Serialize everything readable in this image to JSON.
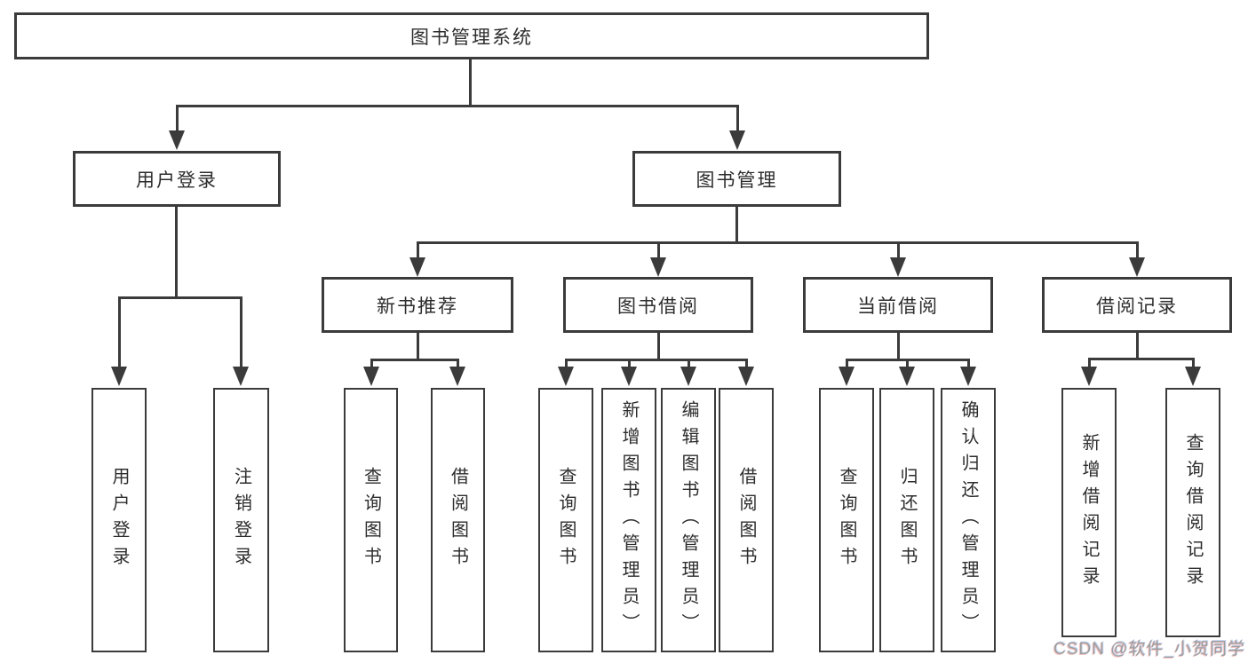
{
  "diagram": {
    "root": {
      "label": "图书管理系统"
    },
    "level2": {
      "user_login": {
        "label": "用户登录"
      },
      "book_mgmt": {
        "label": "图书管理"
      }
    },
    "level3": {
      "new_book_rec": {
        "label": "新书推荐"
      },
      "book_borrow": {
        "label": "图书借阅"
      },
      "current_borrow": {
        "label": "当前借阅"
      },
      "borrow_records": {
        "label": "借阅记录"
      }
    },
    "leaves": {
      "ul_login": {
        "label": "用户登录"
      },
      "ul_logout": {
        "label": "注销登录"
      },
      "rec_query": {
        "label": "查询图书"
      },
      "rec_borrow": {
        "label": "借阅图书"
      },
      "bb_query": {
        "label": "查询图书"
      },
      "bb_add": {
        "label": "新增图书（管理员）"
      },
      "bb_edit": {
        "label": "编辑图书（管理员）"
      },
      "bb_borrow": {
        "label": "借阅图书"
      },
      "cb_query": {
        "label": "查询图书"
      },
      "cb_return": {
        "label": "归还图书"
      },
      "cb_confirm": {
        "label": "确认归还（管理员）"
      },
      "br_add": {
        "label": "新增借阅记录"
      },
      "br_query": {
        "label": "查询借阅记录"
      }
    }
  },
  "watermark": {
    "text": "CSDN @软件_小贺同学"
  },
  "colors": {
    "line": "#3b3b3b",
    "text": "#2d2d2d",
    "background": "#ffffff",
    "watermark": "#9e9e9e"
  }
}
